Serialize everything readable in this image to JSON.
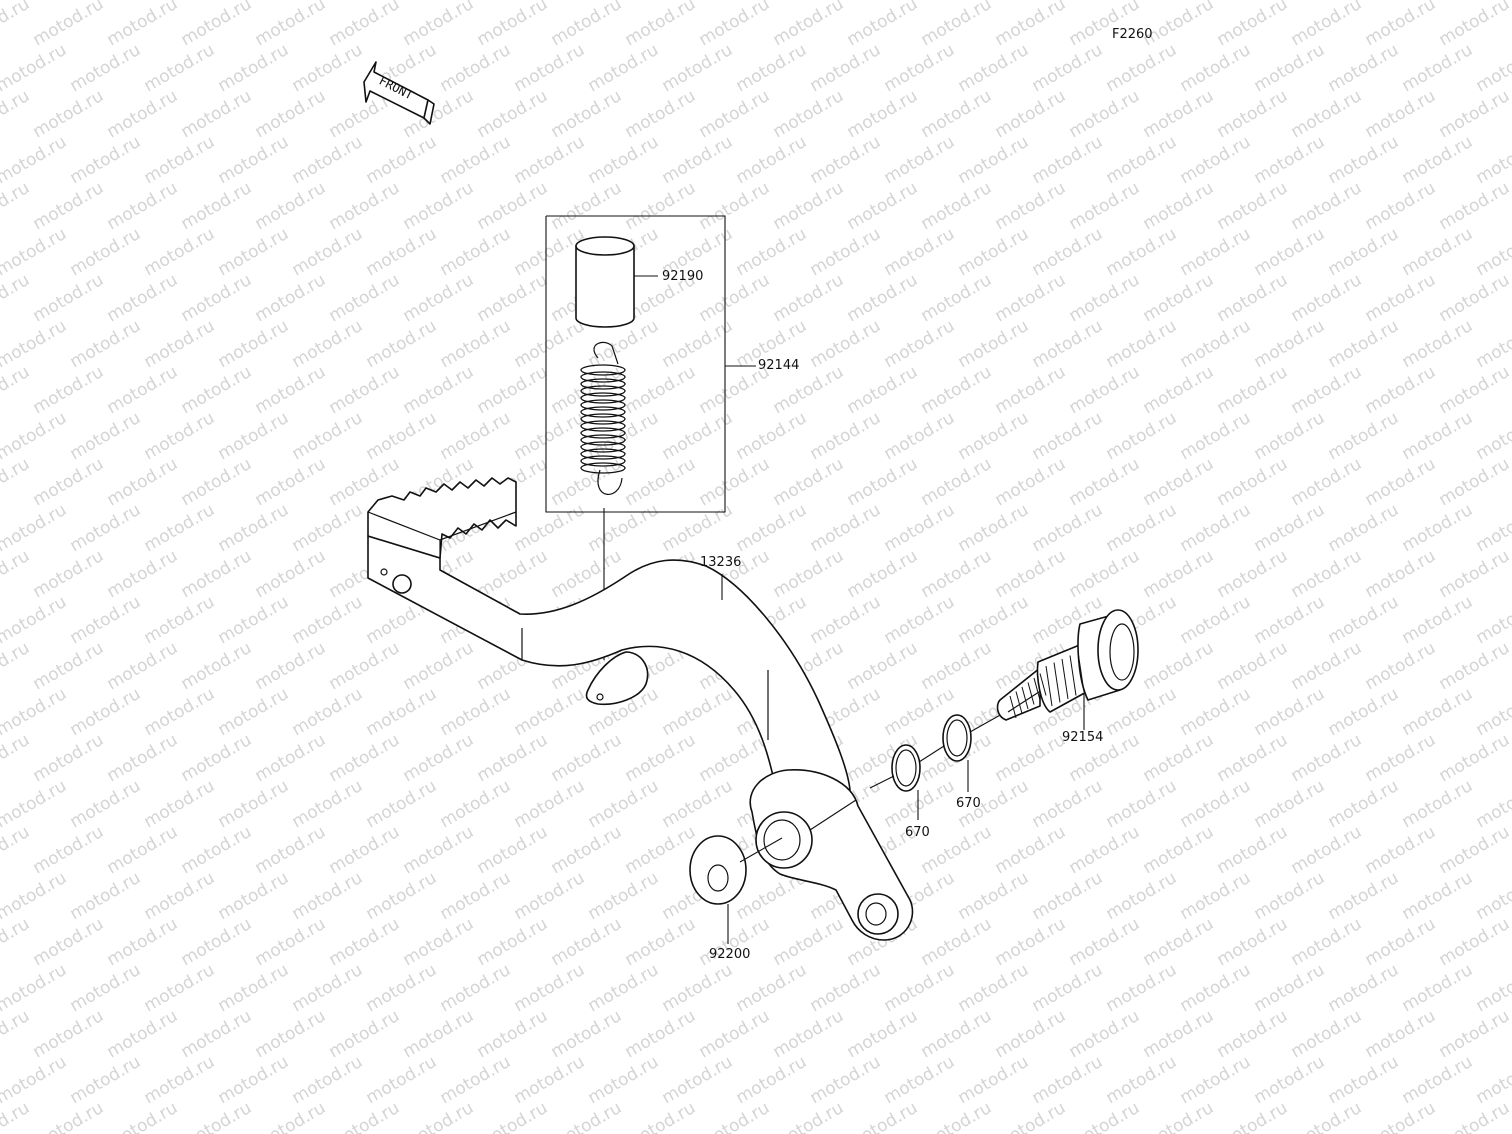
{
  "diagram_code": "F2260",
  "front_label": "FRONT",
  "watermark_text": "motod.ru",
  "parts": {
    "bushing": "92190",
    "spring_kit": "92144",
    "pedal": "13236",
    "shaft": "92154",
    "oring_1": "670",
    "oring_2": "670",
    "washer": "92200"
  },
  "colors": {
    "line": "#111111",
    "watermark": "#d4d4d4",
    "background": "#ffffff"
  }
}
